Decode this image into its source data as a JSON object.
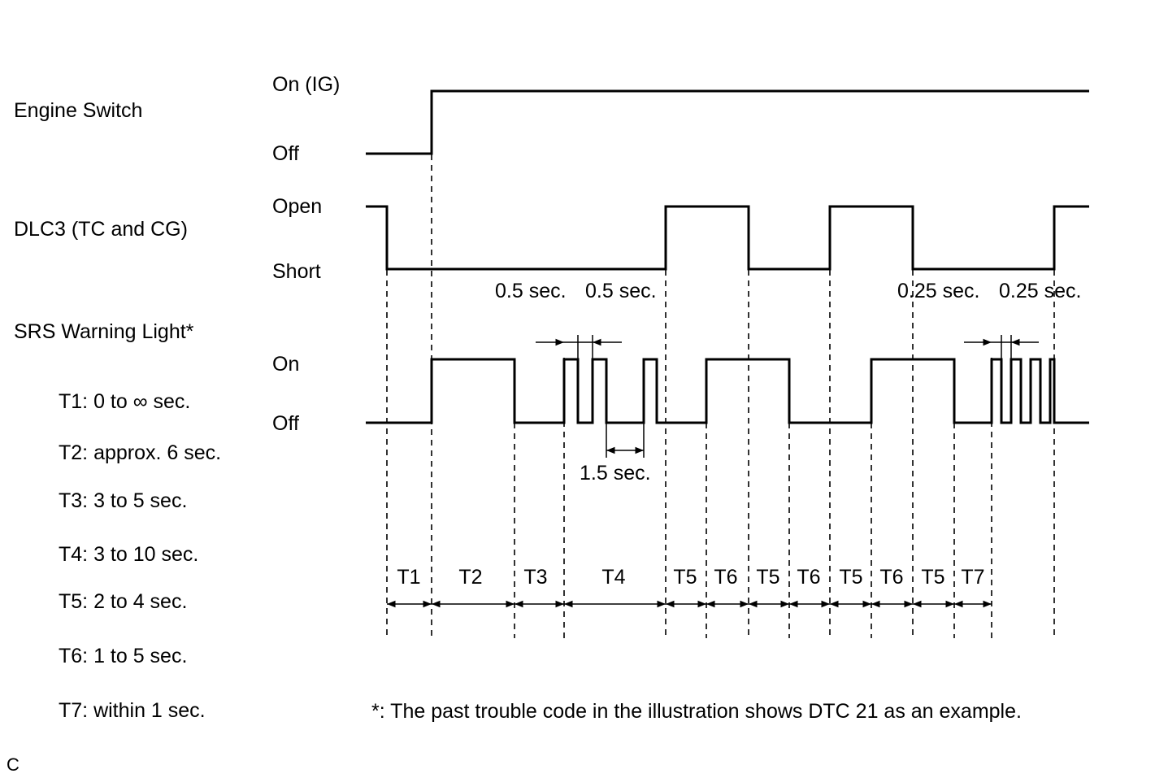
{
  "signals": {
    "engine_switch": {
      "label": "Engine Switch",
      "high": "On (IG)",
      "low": "Off"
    },
    "dlc3": {
      "label": "DLC3 (TC and CG)",
      "high": "Open",
      "low": "Short"
    },
    "srs": {
      "label": "SRS Warning Light*",
      "high": "On",
      "low": "Off"
    }
  },
  "timing_legend": [
    "T1: 0 to ∞ sec.",
    "T2: approx. 6 sec.",
    "T3: 3 to 5 sec.",
    "T4: 3 to 10 sec.",
    "T5: 2 to 4 sec.",
    "T6: 1 to 5 sec.",
    "T7: within 1 sec."
  ],
  "dimensions": {
    "half_sec_a": "0.5 sec.",
    "half_sec_b": "0.5 sec.",
    "quarter_sec_a": "0.25 sec.",
    "quarter_sec_b": "0.25 sec.",
    "pause": "1.5 sec."
  },
  "intervals": [
    "T1",
    "T2",
    "T3",
    "T4",
    "T5",
    "T6",
    "T5",
    "T6",
    "T5",
    "T6",
    "T5",
    "T7"
  ],
  "footnote": "*: The past trouble code in the illustration shows DTC 21 as an example.",
  "corner_mark": "C"
}
